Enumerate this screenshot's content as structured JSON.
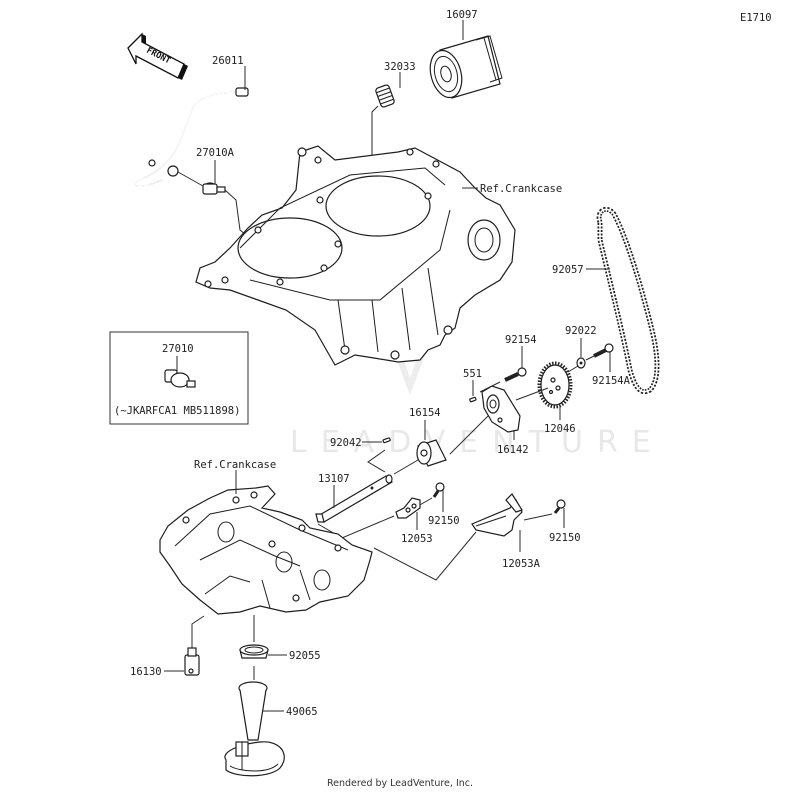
{
  "diagram": {
    "id": "E1710",
    "orientation_label": "FRONT",
    "watermark": "LEADVENTURE",
    "footer": "Rendered by LeadVenture, Inc."
  },
  "callouts": {
    "c16097": "16097",
    "c32033": "32033",
    "c26011": "26011",
    "c27010A": "27010A",
    "ref_crankcase_upper": "Ref.Crankcase",
    "c92057": "92057",
    "c27010": "27010",
    "inset_note": "(~JKARFCA1 MB511898)",
    "c92154": "92154",
    "c92022": "92022",
    "c551": "551",
    "c92154A": "92154A",
    "c16154": "16154",
    "c12046": "12046",
    "c92042": "92042",
    "c16142": "16142",
    "ref_crankcase_lower": "Ref.Crankcase",
    "c13107": "13107",
    "c92150a": "92150",
    "c92150b": "92150",
    "c12053": "12053",
    "c12053A": "12053A",
    "c16130": "16130",
    "c92055": "92055",
    "c49065": "49065"
  }
}
